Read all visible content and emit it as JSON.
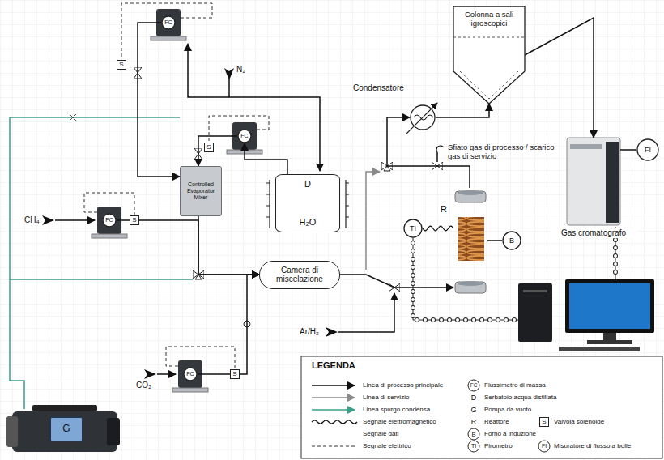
{
  "diagram": {
    "nodes": [
      {
        "text": [
          "FC"
        ]
      },
      {
        "text": [
          "Controlled Evaporator Mixer"
        ]
      },
      {
        "text": [
          "FC"
        ]
      },
      {
        "text": [
          "D",
          "H₂O"
        ]
      },
      {
        "text": [
          "FC"
        ]
      },
      {
        "text": [
          "Camera di miscelazione"
        ]
      },
      {
        "text": [
          "FC"
        ]
      },
      {
        "text": [
          "G"
        ]
      },
      {
        "text": [
          "Condensatore"
        ]
      },
      {
        "text": [
          "Colonna a sali igroscopici"
        ]
      },
      {
        "text": [
          "Gas cromatografo"
        ]
      },
      {
        "text": [
          "FI"
        ]
      },
      {
        "text": [
          "R"
        ]
      },
      {
        "text": [
          "B"
        ]
      },
      {
        "text": [
          "TI"
        ]
      }
    ],
    "edges": [
      {
        "from": 0,
        "to": 1,
        "arrow": "to"
      },
      {
        "from": 3,
        "to": 2,
        "arrow": "to"
      },
      {
        "from": 2,
        "to": 1,
        "arrow": "to"
      },
      {
        "from": 1,
        "to": 5,
        "arrow": "to"
      },
      {
        "from": 4,
        "to": 5,
        "arrow": "to"
      },
      {
        "from": 6,
        "to": 5,
        "arrow": "to"
      },
      {
        "from": 5,
        "to": 12,
        "arrow": "to"
      },
      {
        "from": 12,
        "to": 8,
        "arrow": "to"
      },
      {
        "from": 8,
        "to": 9,
        "arrow": "to"
      },
      {
        "from": 9,
        "to": 10,
        "arrow": "to"
      },
      {
        "from": 10,
        "to": 11,
        "arrow": "none"
      },
      {
        "from": 13,
        "to": 12,
        "arrow": "none"
      },
      {
        "from": 14,
        "to": 12,
        "arrow": "none"
      }
    ],
    "labels": [
      "LEGENDA",
      "N₂",
      "CH₄",
      "CO₂",
      "Ar/H₂",
      "Sfiato gas di processo / scarico gas di servizio",
      "S",
      "S",
      "S",
      "S",
      "FC",
      "D",
      "G",
      "R",
      "B",
      "TI",
      "S",
      "FI"
    ],
    "legend": [
      {
        "text": "Linea di processo principale"
      },
      {
        "text": "Linea di servizio"
      },
      {
        "text": "Linea spurgo condensa"
      },
      {
        "text": "Segnale elettromagnetico"
      },
      {
        "text": "Segnale dati"
      },
      {
        "text": "Segnale elettrico"
      },
      {
        "text": "Flussimetro di massa"
      },
      {
        "text": "Serbatoio acqua distillata"
      },
      {
        "text": "Pompa da vuoto"
      },
      {
        "text": "Reattore"
      },
      {
        "text": "Forno a induzione"
      },
      {
        "text": "Pirometro"
      },
      {
        "text": "Valvola solenoide"
      },
      {
        "text": "Misuratore di flusso a bolle"
      }
    ]
  }
}
